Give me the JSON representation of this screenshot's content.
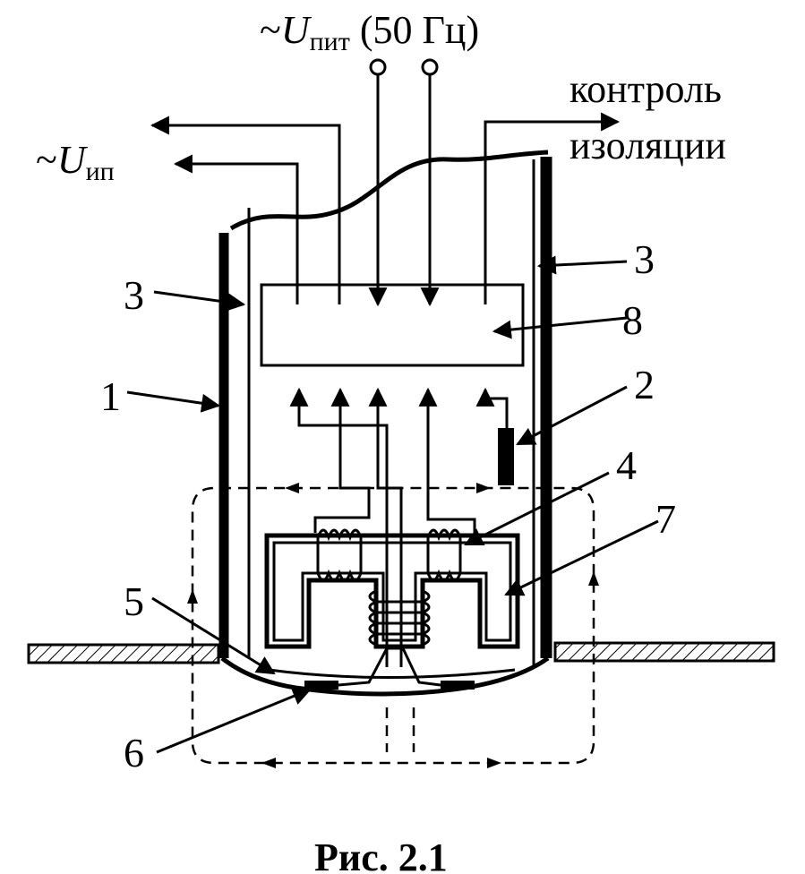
{
  "labels": {
    "supply_prefix": "~",
    "supply_var": "U",
    "supply_sub": "пит",
    "supply_freq": " (50 Гц)",
    "ip_prefix": "~",
    "ip_var": "U",
    "ip_sub": "ип",
    "insulation_line1": "контроль",
    "insulation_line2": "изоляции"
  },
  "callouts": {
    "n1": "1",
    "n2": "2",
    "n3_left": "3",
    "n3_right": "3",
    "n4": "4",
    "n5": "5",
    "n6": "6",
    "n7": "7",
    "n8": "8"
  },
  "caption": "Рис. 2.1"
}
